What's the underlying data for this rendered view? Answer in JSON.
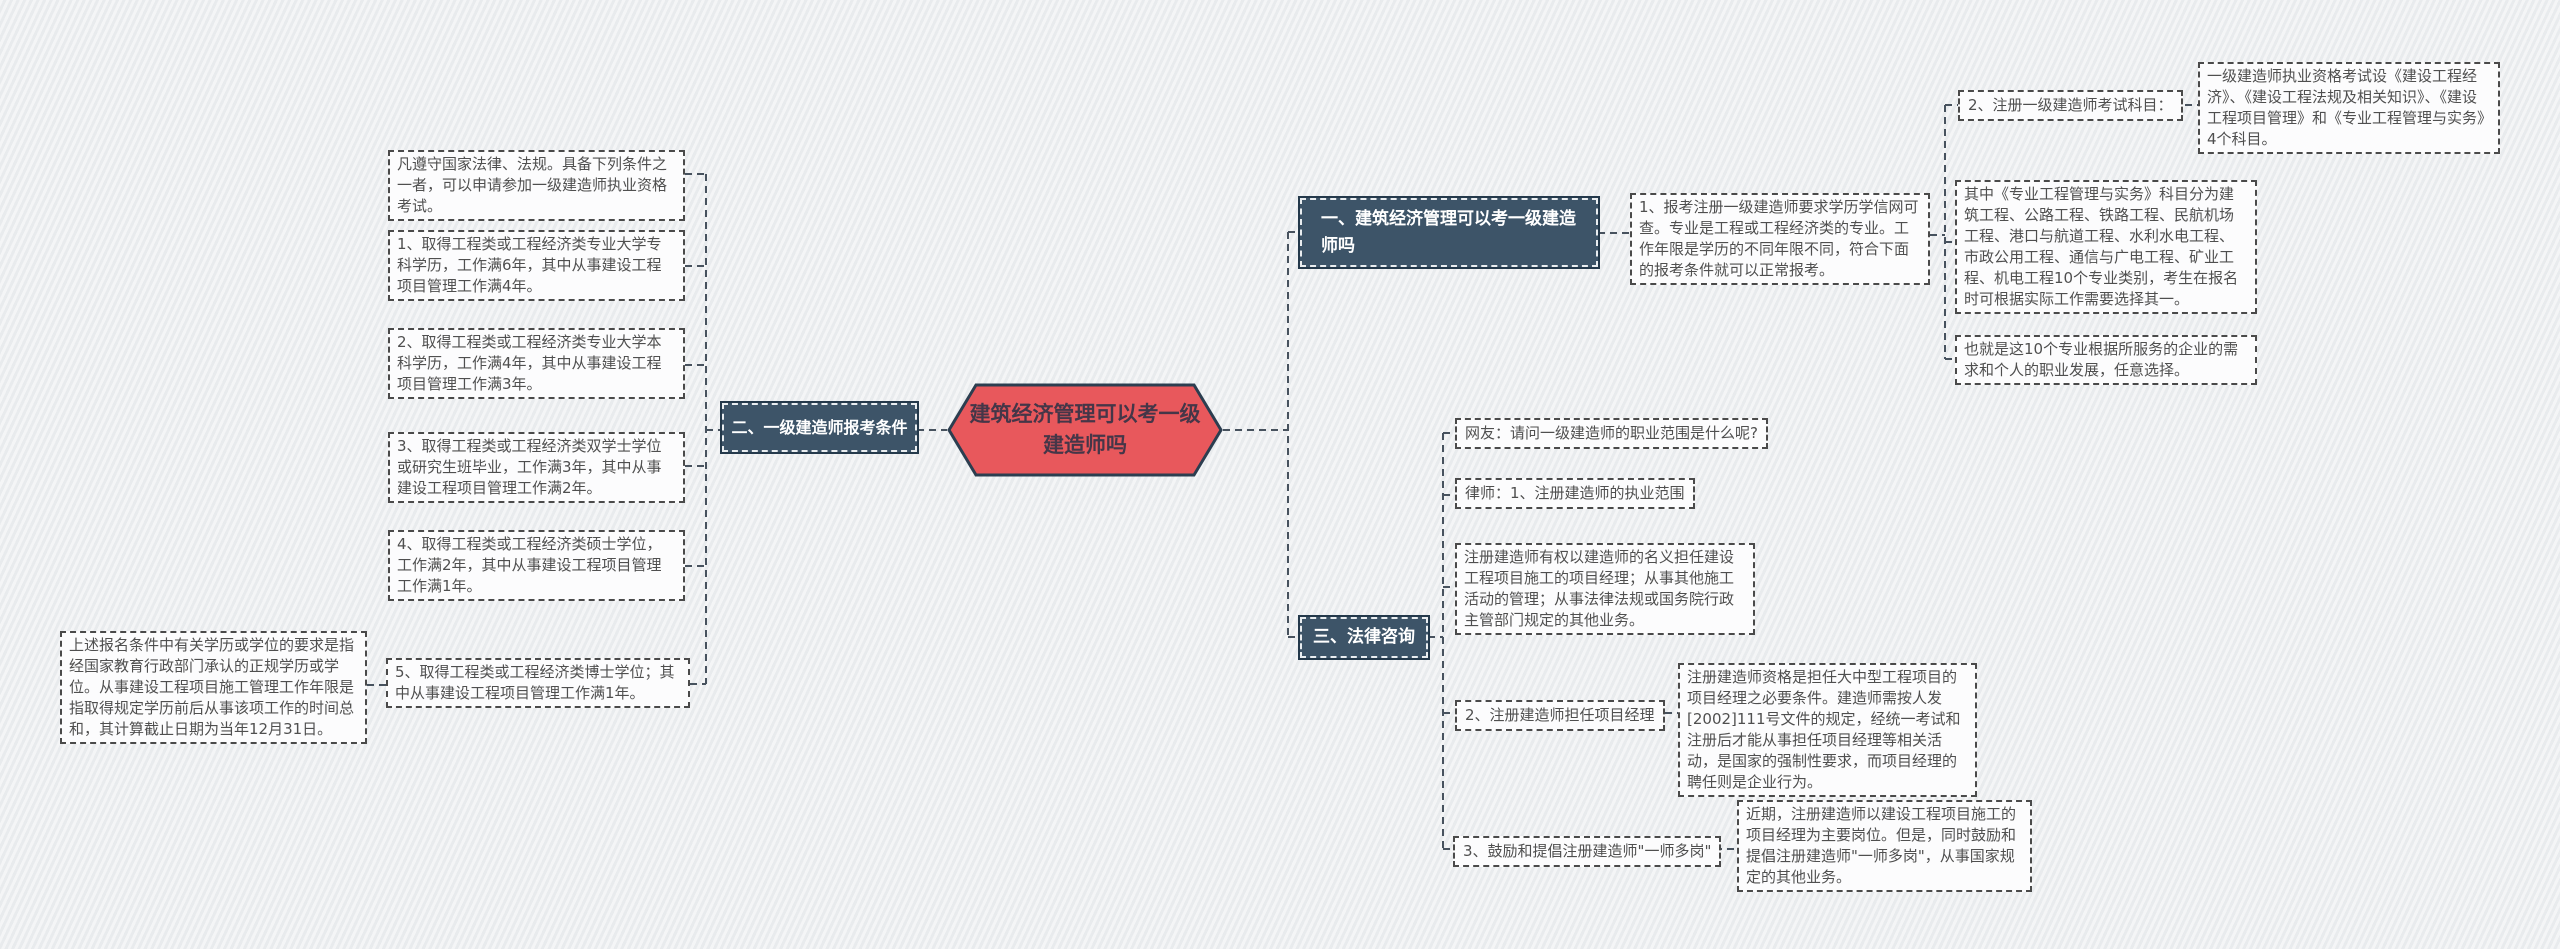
{
  "colors": {
    "bg": "#eef0f2",
    "navy": "#3d5468",
    "navy_dark": "#24394b",
    "red": "#e8585c",
    "red_border": "#2c3e50",
    "box_border": "#4a4a4a",
    "box_text": "#4f4f4f",
    "line": "#47525e"
  },
  "root": {
    "title": "建筑经济管理可以考一级建造师吗"
  },
  "branches": {
    "one": {
      "label": "一、建筑经济管理可以考一级建造师吗"
    },
    "two": {
      "label": "二、一级建造师报考条件"
    },
    "three": {
      "label": "三、法律咨询"
    },
    "subjects": {
      "label": "2、注册一级建造师考试科目："
    }
  },
  "notes": {
    "eligibility_intro": "凡遵守国家法律、法规。具备下列条件之一者，可以申请参加一级建造师执业资格考试。",
    "cond1": "1、取得工程类或工程经济类专业大学专科学历，工作满6年，其中从事建设工程项目管理工作满4年。",
    "cond2": "2、取得工程类或工程经济类专业大学本科学历，工作满4年，其中从事建设工程项目管理工作满3年。",
    "cond3": "3、取得工程类或工程经济类双学士学位或研究生班毕业，工作满3年，其中从事建设工程项目管理工作满2年。",
    "cond4": "4、取得工程类或工程经济类硕士学位，工作满2年，其中从事建设工程项目管理工作满1年。",
    "cond5": "5、取得工程类或工程经济类博士学位；其中从事建设工程项目管理工作满1年。",
    "left_footnote": "上述报名条件中有关学历或学位的要求是指经国家教育行政部门承认的正规学历或学位。从事建设工程项目施工管理工作年限是指取得规定学历前后从事该项工作的时间总和，其计算截止日期为当年12月31日。",
    "apply_requirements": "1、报考注册一级建造师要求学历学信网可查。专业是工程或工程经济类的专业。工作年限是学历的不同年限不同，符合下面的报考条件就可以正常报考。",
    "subjects_detail": "一级建造师执业资格考试设《建设工程经济》、《建设工程法规及相关知识》、《建设工程项目管理》和《专业工程管理与实务》4个科目。",
    "majors_detail": "其中《专业工程管理与实务》科目分为建筑工程、公路工程、铁路工程、民航机场工程、港口与航道工程、水利水电工程、市政公用工程、通信与广电工程、矿业工程、机电工程10个专业类别，考生在报名时可根据实际工作需要选择其一。",
    "majors_choice": "也就是这10个专业根据所服务的企业的需求和个人的职业发展，任意选择。",
    "qa_question": "网友：请问一级建造师的职业范围是什么呢?",
    "qa_answer_title": "律师：1、注册建造师的执业范围",
    "scope_detail": "注册建造师有权以建造师的名义担任建设工程项目施工的项目经理；从事其他施工活动的管理；从事法律法规或国务院行政主管部门规定的其他业务。",
    "pm_title": "2、注册建造师担任项目经理",
    "pm_detail": "注册建造师资格是担任大中型工程项目的项目经理之必要条件。建造师需按人发[2002]111号文件的规定，经统一考试和注册后才能从事担任项目经理等相关活动，是国家的强制性要求，而项目经理的聘任则是企业行为。",
    "multi_post_title": "3、鼓励和提倡注册建造师\"一师多岗\"",
    "multi_post_detail": "近期，注册建造师以建设工程项目施工的项目经理为主要岗位。但是，同时鼓励和提倡注册建造师\"一师多岗\"，从事国家规定的其他业务。"
  }
}
